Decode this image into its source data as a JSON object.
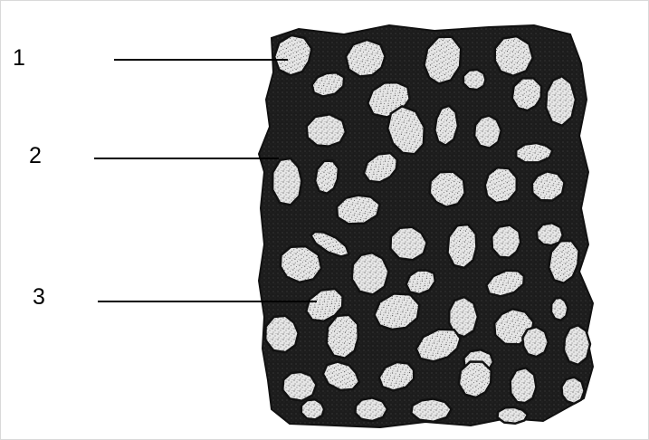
{
  "callouts": [
    {
      "label": "1"
    },
    {
      "label": "2"
    },
    {
      "label": "3"
    }
  ],
  "colors": {
    "background": "#ffffff",
    "matrix": "#1c1c1c",
    "grain_fill": "#e6e6e6",
    "grain_speckle": "#4a4a4a",
    "leader_line": "#000000"
  }
}
